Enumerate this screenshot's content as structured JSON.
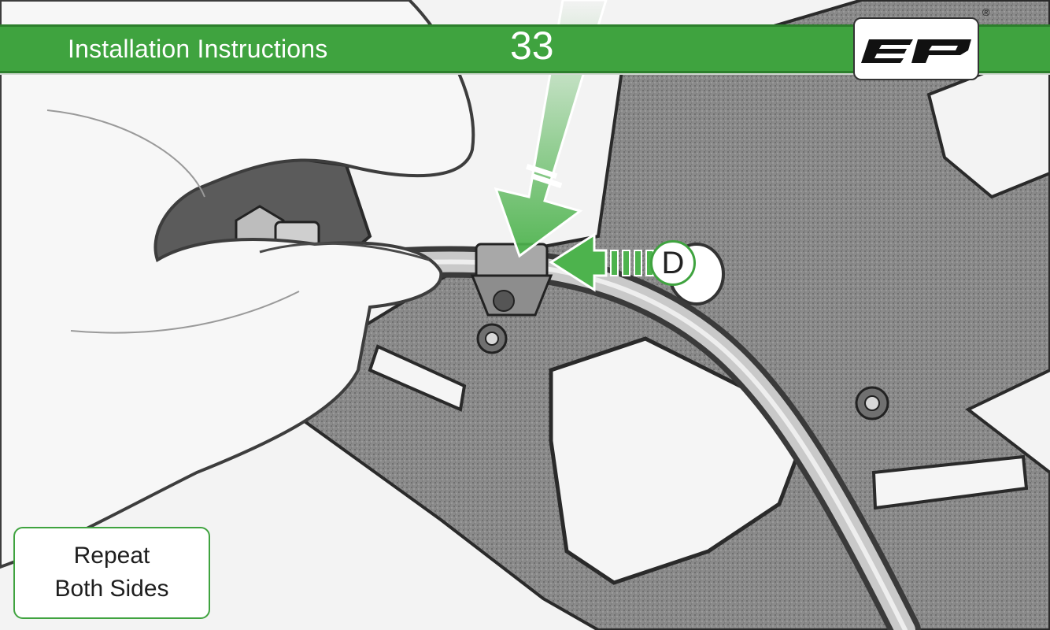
{
  "header": {
    "title": "Installation Instructions",
    "step_number": "33"
  },
  "logo": {
    "brand_icon": "ep-logo",
    "registered_mark": "®"
  },
  "callout": {
    "label": "D"
  },
  "note": {
    "line1": "Repeat",
    "line2": "Both Sides"
  },
  "colors": {
    "accent_green": "#3fa33f",
    "dark_green": "#2c7f2c",
    "arrow_green": "#4db34d"
  }
}
